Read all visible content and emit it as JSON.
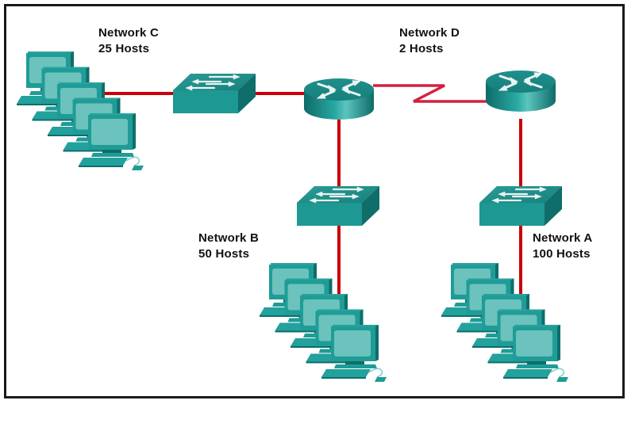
{
  "diagram": {
    "title": "",
    "colors": {
      "ethernet_link": "#c8000a",
      "serial_link": "#d42040",
      "device_teal": "#1c9a96",
      "device_dark": "#0f6f6c",
      "screen": "#6fc3bd",
      "frame": "#1a1a1a"
    },
    "networks": [
      {
        "id": "C",
        "name": "Network C",
        "hosts": "25 Hosts"
      },
      {
        "id": "D",
        "name": "Network D",
        "hosts": "2 Hosts"
      },
      {
        "id": "B",
        "name": "Network B",
        "hosts": "50 Hosts"
      },
      {
        "id": "A",
        "name": "Network A",
        "hosts": "100 Hosts"
      }
    ],
    "devices": [
      {
        "id": "router-1",
        "type": "router-icon"
      },
      {
        "id": "router-2",
        "type": "router-icon"
      },
      {
        "id": "switch-c",
        "type": "switch-icon"
      },
      {
        "id": "switch-b",
        "type": "switch-icon"
      },
      {
        "id": "switch-a",
        "type": "switch-icon"
      },
      {
        "id": "pcs-c",
        "type": "pc-group-icon",
        "count_shown": 5
      },
      {
        "id": "pcs-b",
        "type": "pc-group-icon",
        "count_shown": 5
      },
      {
        "id": "pcs-a",
        "type": "pc-group-icon",
        "count_shown": 5
      }
    ],
    "links": [
      {
        "from": "pcs-c",
        "to": "switch-c",
        "type": "ethernet"
      },
      {
        "from": "switch-c",
        "to": "router-1",
        "type": "ethernet"
      },
      {
        "from": "router-1",
        "to": "router-2",
        "type": "serial"
      },
      {
        "from": "router-1",
        "to": "switch-b",
        "type": "ethernet"
      },
      {
        "from": "switch-b",
        "to": "pcs-b",
        "type": "ethernet"
      },
      {
        "from": "router-2",
        "to": "switch-a",
        "type": "ethernet"
      },
      {
        "from": "switch-a",
        "to": "pcs-a",
        "type": "ethernet"
      }
    ]
  }
}
